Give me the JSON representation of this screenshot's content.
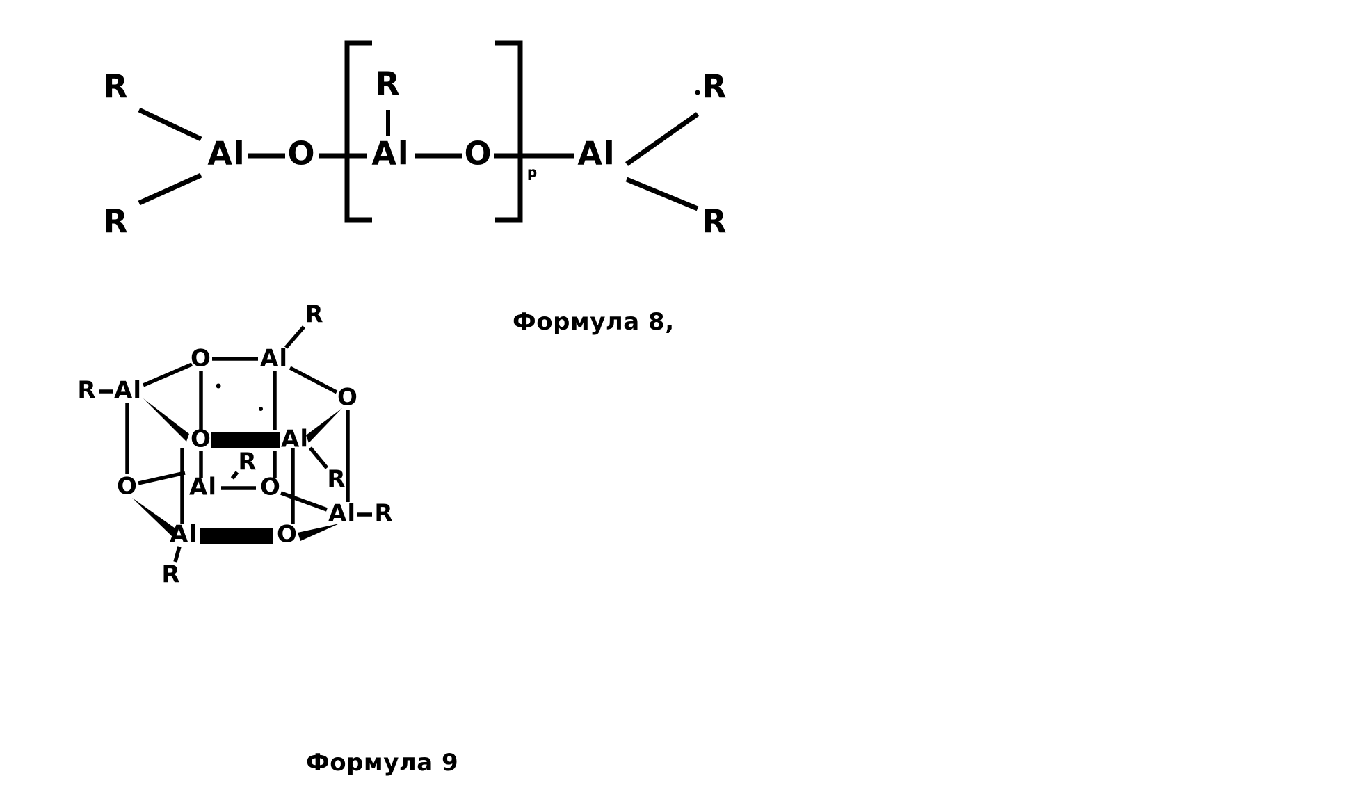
{
  "document": {
    "background_color": "#ffffff",
    "ink_color": "#000000",
    "kind": "chemical-structure-figures",
    "language": "ru"
  },
  "figures": [
    {
      "id": "formula-8",
      "caption": "Формула 8,",
      "description": "Linear alumoxane chain structure with repeating unit in square brackets, subscript p",
      "repeat_subscript": "p",
      "atoms": {
        "substituent": "R",
        "aluminium": "Al",
        "oxygen": "O"
      },
      "labels": {
        "left_r_top": "R",
        "left_r_bottom": "R",
        "left_al": "Al",
        "left_o": "O",
        "mid_r": "R",
        "mid_al": "Al",
        "mid_o": "O",
        "right_al": "Al",
        "right_r_top": "R",
        "right_r_bottom": "R",
        "subscript": "p"
      }
    },
    {
      "id": "formula-9",
      "caption": "Формула 9",
      "description": "Cage (cubane-like) alumoxane cluster drawn in perspective with bold wedge bonds",
      "atoms": {
        "substituent": "R",
        "aluminium": "Al",
        "oxygen": "O"
      },
      "labels": {
        "top_o": "O",
        "top_al": "Al",
        "top_al_r": "R",
        "left_al": "Al",
        "left_al_r": "R",
        "right_o_upper": "O",
        "mid_left_o": "O",
        "mid_right_al": "Al",
        "mid_right_al_r": "R",
        "inner_al": "Al",
        "inner_o": "O",
        "inner_r": "R",
        "lower_left_o": "O",
        "lower_right_al": "Al",
        "lower_right_al_r": "R",
        "bottom_al": "Al",
        "bottom_al_r": "R",
        "bottom_o": "O"
      }
    }
  ]
}
